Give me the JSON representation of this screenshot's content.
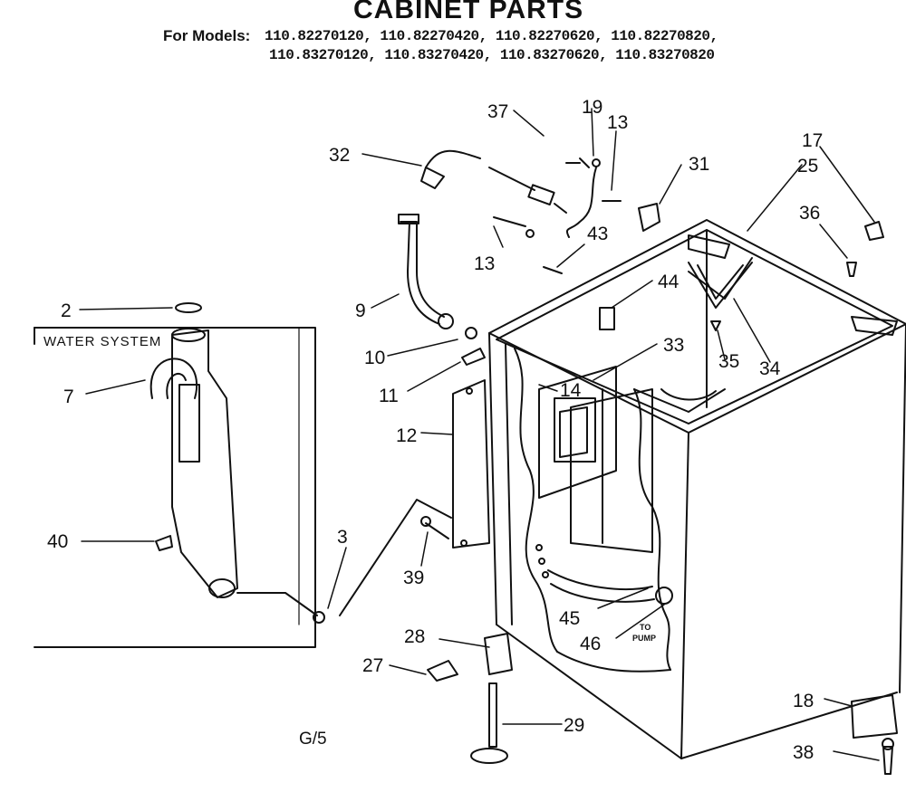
{
  "title": "CABINET PARTS",
  "models_label": "For Models:",
  "models": [
    "110.82270120, 110.82270420, 110.82270620, 110.82270820,",
    "110.83270120, 110.83270420, 110.83270620, 110.83270820"
  ],
  "inset_label": "WATER SYSTEM",
  "to_pump_label": [
    "TO",
    "PUMP"
  ],
  "page_code": "G/5",
  "callouts": [
    "37",
    "19",
    "13",
    "17",
    "32",
    "31",
    "25",
    "36",
    "13",
    "43",
    "9",
    "44",
    "33",
    "35",
    "34",
    "10",
    "14",
    "11",
    "12",
    "39",
    "3",
    "45",
    "28",
    "46",
    "27",
    "18",
    "38",
    "29",
    "7",
    "2",
    "40"
  ]
}
